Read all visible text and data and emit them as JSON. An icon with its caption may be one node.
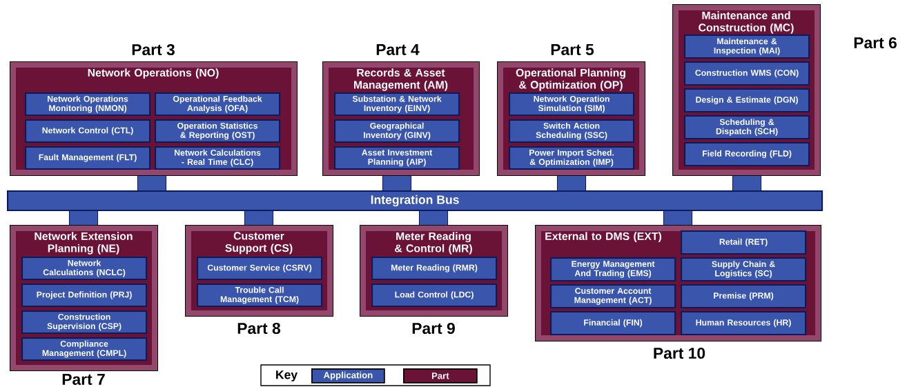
{
  "diagram": {
    "nodes": [
      {
        "text": [
          "Network Operations (NO)"
        ],
        "beside": [
          "Part 3"
        ]
      },
      {
        "text": [
          "Network Operations Monitoring (NMON)"
        ],
        "in": 0
      },
      {
        "text": [
          "Operational Feedback Analysis (OFA)"
        ],
        "in": 0
      },
      {
        "text": [
          "Network Control (CTL)"
        ],
        "in": 0
      },
      {
        "text": [
          "Operation Statistics & Reporting (OST)"
        ],
        "in": 0
      },
      {
        "text": [
          "Fault Management (FLT)"
        ],
        "in": 0
      },
      {
        "text": [
          "Network Calculations - Real Time (CLC)"
        ],
        "in": 0
      },
      {
        "text": [
          "Records & Asset Management (AM)"
        ],
        "beside": [
          "Part 4"
        ]
      },
      {
        "text": [
          "Substation & Network Inventory (EINV)"
        ],
        "in": 7
      },
      {
        "text": [
          "Geographical Inventory (GINV)"
        ],
        "in": 7
      },
      {
        "text": [
          "Asset Investment Planning (AIP)"
        ],
        "in": 7
      },
      {
        "text": [
          "Operational Planning & Optimization (OP)"
        ],
        "beside": [
          "Part 5"
        ]
      },
      {
        "text": [
          "Network Operation Simulation (SIM)"
        ],
        "in": 11
      },
      {
        "text": [
          "Switch Action Scheduling (SSC)"
        ],
        "in": 11
      },
      {
        "text": [
          "Power Import Sched. & Optimization (IMP)"
        ],
        "in": 11
      },
      {
        "text": [
          "Maintenance and Construction (MC)"
        ],
        "beside": [
          "Part 6"
        ]
      },
      {
        "text": [
          "Maintenance & Inspection (MAI)"
        ],
        "in": 15
      },
      {
        "text": [
          "Construction WMS (CON)"
        ],
        "in": 15
      },
      {
        "text": [
          "Design & Estimate (DGN)"
        ],
        "in": 15
      },
      {
        "text": [
          "Scheduling & Dispatch (SCH)"
        ],
        "in": 15
      },
      {
        "text": [
          "Field Recording (FLD)"
        ],
        "in": 15
      },
      {
        "text": [
          "Integration Bus"
        ]
      },
      {
        "text": [
          "Network Extension Planning (NE)"
        ],
        "beside": [
          "Part 7"
        ]
      },
      {
        "text": [
          "Network Calculations (NCLC)"
        ],
        "in": 22
      },
      {
        "text": [
          "Project Definition (PRJ)"
        ],
        "in": 22
      },
      {
        "text": [
          "Construction Supervision (CSP)"
        ],
        "in": 22
      },
      {
        "text": [
          "Compliance Management (CMPL)"
        ],
        "in": 22
      },
      {
        "text": [
          "Customer Support (CS)"
        ],
        "beside": [
          "Part 8"
        ]
      },
      {
        "text": [
          "Customer Service (CSRV)"
        ],
        "in": 27
      },
      {
        "text": [
          "Trouble Call Management (TCM)"
        ],
        "in": 27
      },
      {
        "text": [
          "Meter Reading & Control (MR)"
        ],
        "beside": [
          "Part 9"
        ]
      },
      {
        "text": [
          "Meter Reading (RMR)"
        ],
        "in": 30
      },
      {
        "text": [
          "Load Control (LDC)"
        ],
        "in": 30
      },
      {
        "text": [
          "External to DMS (EXT)"
        ],
        "beside": [
          "Part 10"
        ]
      },
      {
        "text": [
          "Retail (RET)"
        ],
        "in": 33
      },
      {
        "text": [
          "Energy Management And Trading (EMS)"
        ],
        "in": 33
      },
      {
        "text": [
          "Supply Chain & Logistics (SC)"
        ],
        "in": 33
      },
      {
        "text": [
          "Customer Account Management (ACT)"
        ],
        "in": 33
      },
      {
        "text": [
          "Premise (PRM)"
        ],
        "in": 33
      },
      {
        "text": [
          "Financial (FIN)"
        ],
        "in": 33
      },
      {
        "text": [
          "Human Resources (HR)"
        ],
        "in": 33
      }
    ],
    "edges": [
      {
        "from": 0,
        "to": 21,
        "arrow": "none"
      },
      {
        "from": 7,
        "to": 21,
        "arrow": "none"
      },
      {
        "from": 11,
        "to": 21,
        "arrow": "none"
      },
      {
        "from": 15,
        "to": 21,
        "arrow": "none"
      },
      {
        "from": 22,
        "to": 21,
        "arrow": "none"
      },
      {
        "from": 27,
        "to": 21,
        "arrow": "none"
      },
      {
        "from": 30,
        "to": 21,
        "arrow": "none"
      },
      {
        "from": 33,
        "to": 21,
        "arrow": "none"
      }
    ],
    "labels": [
      "Key"
    ],
    "legend": [
      {
        "text": "Application",
        "color": "#3a56ac"
      },
      {
        "text": "Part",
        "color": "#6b1237"
      }
    ]
  }
}
